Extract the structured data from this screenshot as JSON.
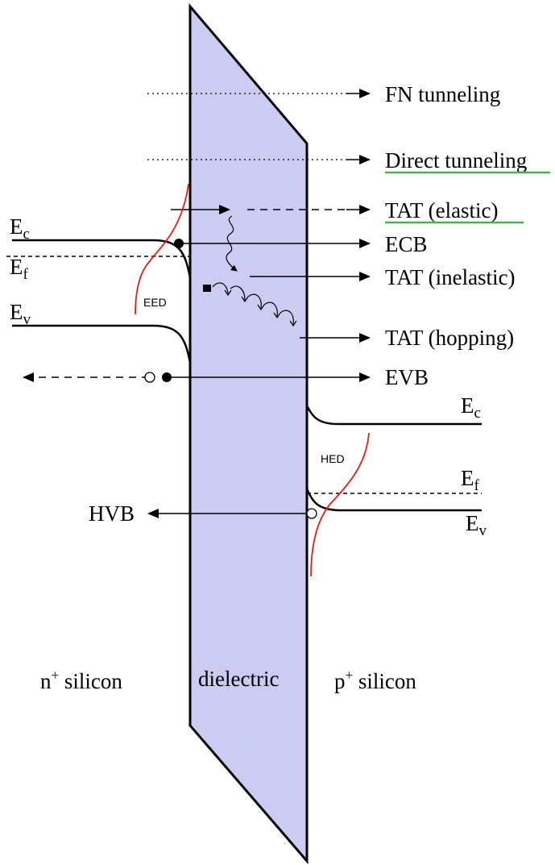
{
  "mechanisms": {
    "fn": "FN tunneling",
    "direct": "Direct tunneling",
    "tat_elastic": "TAT (elastic)",
    "ecb": "ECB",
    "tat_inelastic": "TAT (inelastic)",
    "tat_hopping": "TAT (hopping)",
    "evb": "EVB",
    "hvb": "HVB"
  },
  "left_bands": {
    "ec": "E",
    "ec_sub": "c",
    "ef": "E",
    "ef_sub": "f",
    "ev": "E",
    "ev_sub": "v",
    "distribution": "EED"
  },
  "right_bands": {
    "ec": "E",
    "ec_sub": "c",
    "ef": "E",
    "ef_sub": "f",
    "ev": "E",
    "ev_sub": "v",
    "distribution": "HED"
  },
  "regions": {
    "left": "n",
    "left_sup": "+",
    "left_rest": " silicon",
    "middle": "dielectric",
    "right": "p",
    "right_sup": "+",
    "right_rest": " silicon"
  },
  "colors": {
    "dielectric_fill": "#ccccf2",
    "distribution_curve": "#e0201a",
    "underline": "#4caf50"
  }
}
